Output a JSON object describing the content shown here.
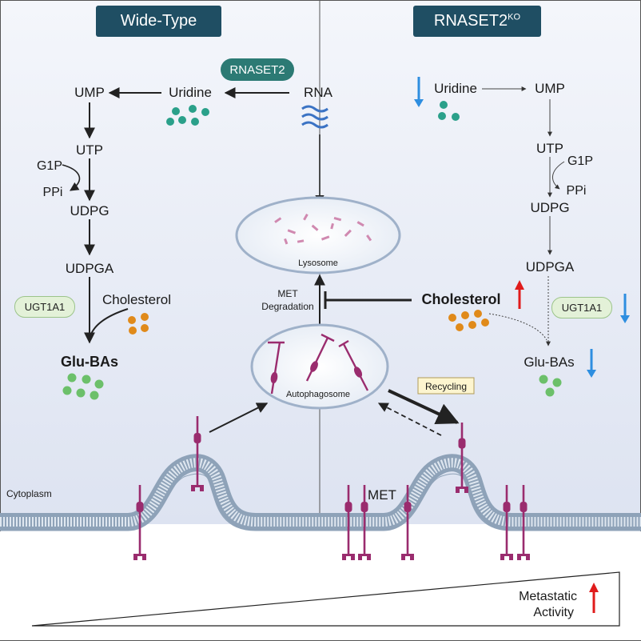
{
  "headers": {
    "left": "Wide-Type",
    "right_base": "RNASET2",
    "right_sup": "KO"
  },
  "enzymes": {
    "rnaset2": "RNASET2",
    "ugt_left": "UGT1A1",
    "ugt_right": "UGT1A1"
  },
  "center": {
    "rna": "RNA",
    "lysosome": "Lysosome",
    "autophagosome": "Autophagosome",
    "met_degradation_1": "MET",
    "met_degradation_2": "Degradation",
    "recycling": "Recycling",
    "met": "MET",
    "cytoplasm": "Cytoplasm"
  },
  "left_pathway": {
    "uridine": "Uridine",
    "ump": "UMP",
    "utp": "UTP",
    "g1p": "G1P",
    "ppi": "PPi",
    "udpg": "UDPG",
    "udpga": "UDPGA",
    "cholesterol": "Cholesterol",
    "glu_bas": "Glu-BAs"
  },
  "right_pathway": {
    "uridine": "Uridine",
    "ump": "UMP",
    "utp": "UTP",
    "g1p": "G1P",
    "ppi": "PPi",
    "udpg": "UDPG",
    "udpga": "UDPGA",
    "cholesterol": "Cholesterol",
    "glu_bas": "Glu-BAs"
  },
  "metastatic": {
    "line1": "Metastatic",
    "line2": "Activity"
  },
  "colors": {
    "header_bg": "#1f4e63",
    "rnaset2_bg": "#2c7a74",
    "ugt_bg": "#e3f1d8",
    "uridine_dot": "#2aa08a",
    "chol_dot": "#e08a1a",
    "glu_dot": "#6cc06a",
    "met_receptor": "#9a2c6e",
    "up_arrow": "#e01b1b",
    "down_arrow": "#2e8ee0"
  }
}
